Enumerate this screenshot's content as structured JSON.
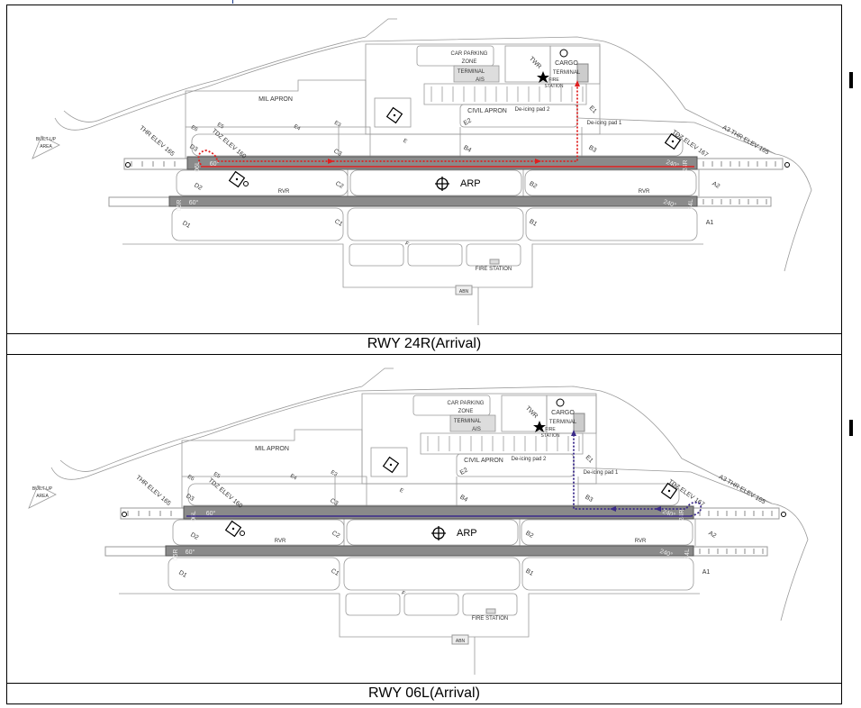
{
  "panels": [
    {
      "caption": "RWY  24R(Arrival)",
      "route_color": "#e02020"
    },
    {
      "caption": "RWY  06L(Arrival)",
      "route_color": "#3a2a8a"
    }
  ],
  "labels": {
    "car_parking_1": "CAR PARKING",
    "car_parking_2": "ZONE",
    "terminal": "TERMINAL",
    "ais": "AIS",
    "twr": "TWR",
    "cargo_1": "CARGO",
    "cargo_2": "TERMINAL",
    "fire_1": "FIRE",
    "fire_2": "STATION",
    "mil_apron": "MIL APRON",
    "civil_apron": "CIVIL APRON",
    "deicing_2": "De-icing pad 2",
    "deicing_1": "De-icing pad 1",
    "e1": "E1",
    "e2": "E2",
    "e3": "E3",
    "e4": "E4",
    "e5": "E5",
    "e6": "E6",
    "e": "E",
    "tdz_west": "TDZ ELEV 160",
    "thr_west": "THR ELEV 165",
    "tdz_east": "TDZ ELEV 167",
    "thr_east": "A3 THR ELEV 165",
    "d3": "D3",
    "c3": "C3",
    "b4": "B4",
    "b3": "B3",
    "d2": "D2",
    "c2": "C2",
    "b2": "B2",
    "a2": "A2",
    "d1": "D1",
    "c1": "C1",
    "b1": "B1",
    "a1": "A1",
    "rvr": "RVR",
    "arp": "ARP",
    "f": "F",
    "fire_station": "FIRE STATION",
    "abn": "ABN",
    "built_up_1": "BUILT-UP",
    "built_up_2": "AREA",
    "hdg_60": "60°",
    "hdg_240": "240°",
    "rwy_24r": "24R",
    "rwy_24l": "24L",
    "rwy_06l": "06L",
    "rwy_06r": "06R"
  }
}
